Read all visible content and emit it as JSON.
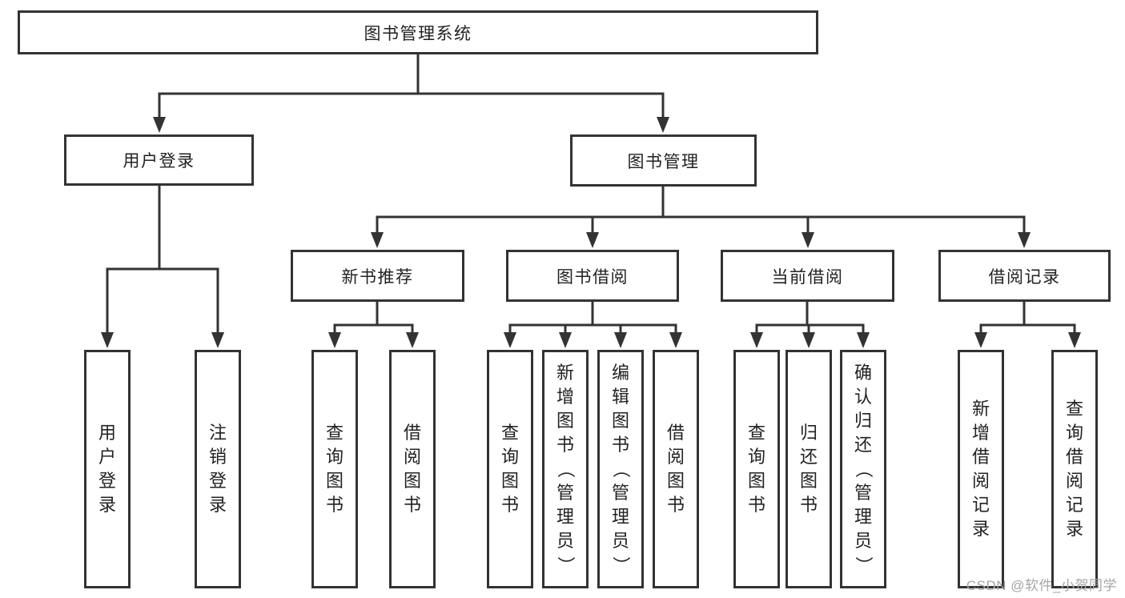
{
  "colors": {
    "line": "#333333",
    "node_border": "#333333",
    "node_text": "#222222",
    "watermark_text": "#a6a6a6",
    "background": "#ffffff"
  },
  "tree": {
    "root": {
      "label": "图书管理系统"
    },
    "branches": [
      {
        "label": "用户登录",
        "children": [
          {
            "label": "用户登录"
          },
          {
            "label": "注销登录"
          }
        ]
      },
      {
        "label": "图书管理",
        "children": [
          {
            "label": "新书推荐",
            "children": [
              {
                "label": "查询图书"
              },
              {
                "label": "借阅图书"
              }
            ]
          },
          {
            "label": "图书借阅",
            "children": [
              {
                "label": "查询图书"
              },
              {
                "label": "新增图书（管理员）"
              },
              {
                "label": "编辑图书（管理员）"
              },
              {
                "label": "借阅图书"
              }
            ]
          },
          {
            "label": "当前借阅",
            "children": [
              {
                "label": "查询图书"
              },
              {
                "label": "归还图书"
              },
              {
                "label": "确认归还（管理员）"
              }
            ]
          },
          {
            "label": "借阅记录",
            "children": [
              {
                "label": "新增借阅记录"
              },
              {
                "label": "查询借阅记录"
              }
            ]
          }
        ]
      }
    ]
  },
  "watermark": {
    "text": "CSDN @软件_小贺同学"
  }
}
